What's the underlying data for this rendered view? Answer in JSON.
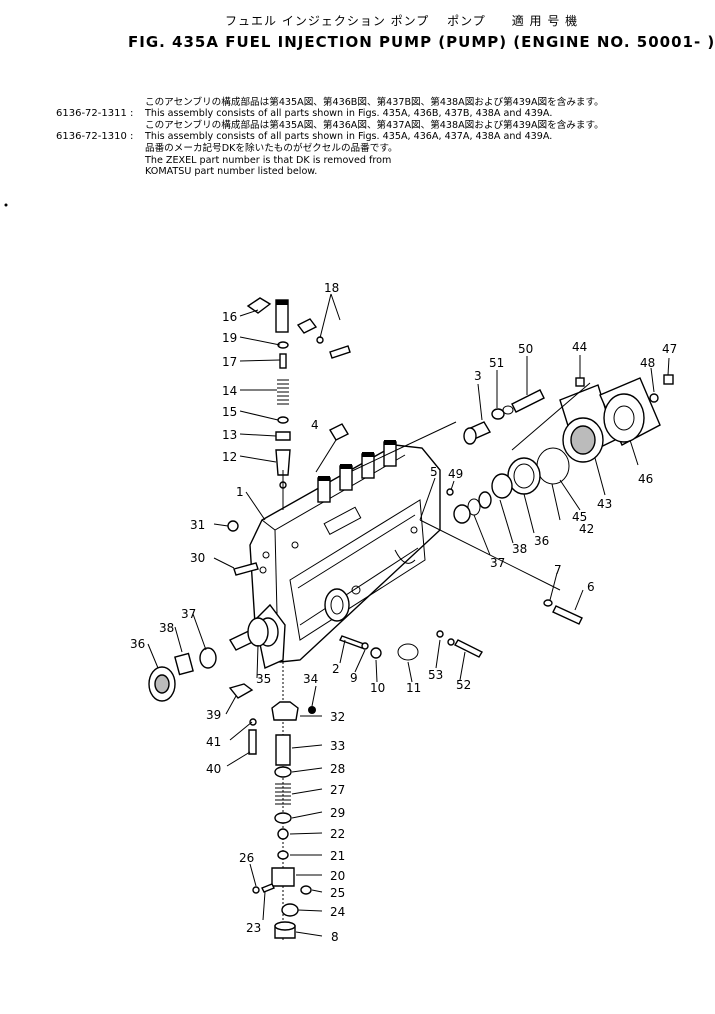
{
  "header": {
    "jp_title": "フュエル インジェクション ポンプ　 ポンプ　　適 用 号 機",
    "fig_title": "FIG. 435A  FUEL INJECTION PUMP (PUMP) (ENGINE NO. 50001- )"
  },
  "notes": [
    {
      "part_no": "",
      "text": "このアセンブリの構成部品は第435A図、第436B図、第437B図、第438A図および第439A図を含みます。"
    },
    {
      "part_no": "6136-72-1311 :",
      "text": "This assembly consists of all parts shown in Figs. 435A, 436B, 437B, 438A and 439A."
    },
    {
      "part_no": "",
      "text": "このアセンブリの構成部品は第435A図、第436A図、第437A図、第438A図および第439A図を含みます。"
    },
    {
      "part_no": "6136-72-1310 :",
      "text": "This assembly consists of all parts shown in Figs. 435A, 436A, 437A, 438A and 439A."
    },
    {
      "part_no": "",
      "text": "品番のメーカ記号DKを除いたものがゼクセルの品番です。"
    },
    {
      "part_no": "",
      "text": "The ZEXEL part number is that DK is removed from"
    },
    {
      "part_no": "",
      "text": "KOMATSU part number listed below."
    }
  ],
  "callouts": [
    "1",
    "2",
    "3",
    "4",
    "5",
    "6",
    "7",
    "8",
    "9",
    "10",
    "11",
    "12",
    "13",
    "14",
    "15",
    "16",
    "17",
    "18",
    "19",
    "20",
    "21",
    "22",
    "23",
    "24",
    "25",
    "26",
    "27",
    "28",
    "29",
    "30",
    "31",
    "32",
    "33",
    "34",
    "35",
    "36",
    "37",
    "38",
    "39",
    "40",
    "41",
    "42",
    "43",
    "44",
    "45",
    "46",
    "47",
    "48",
    "49",
    "50",
    "51",
    "52",
    "53",
    "36",
    "37",
    "38"
  ]
}
